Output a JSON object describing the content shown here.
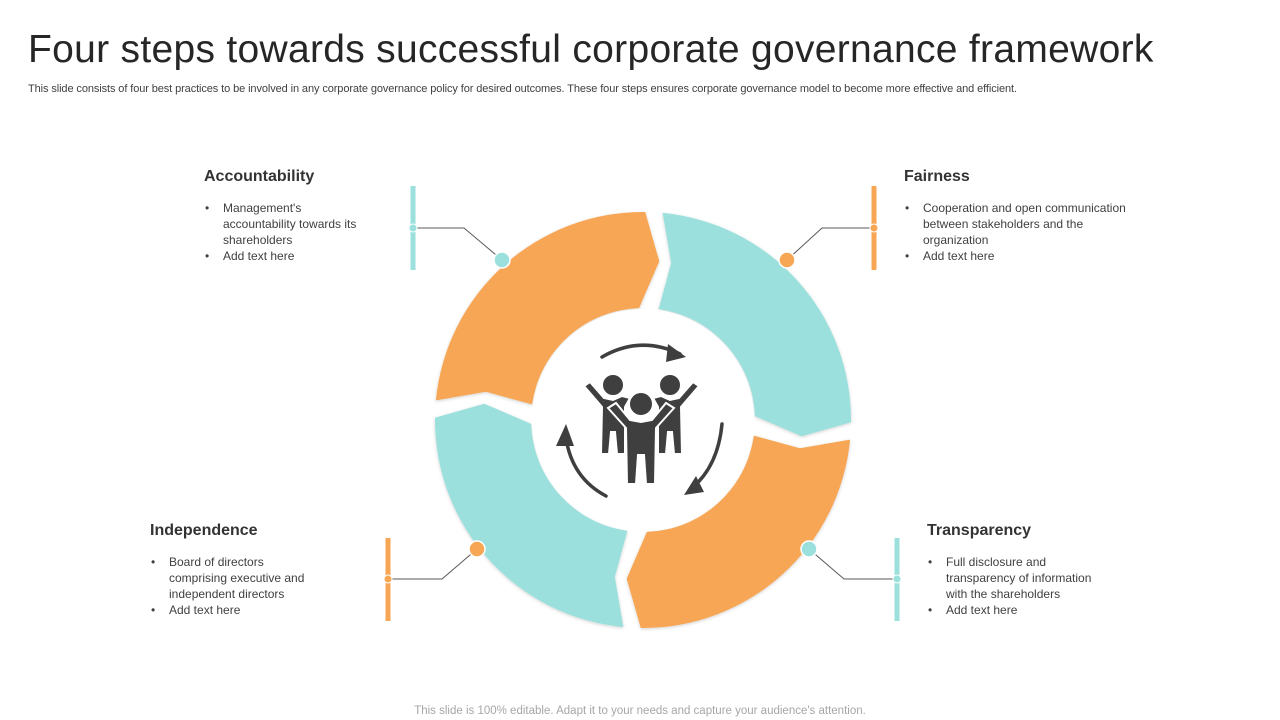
{
  "header": {
    "title": "Four steps towards successful corporate governance framework",
    "subtitle": "This slide consists of four best practices to be involved in any corporate governance policy for desired outcomes. These four steps ensures corporate governance model to become more effective and efficient."
  },
  "colors": {
    "teal": "#9be0dd",
    "orange": "#f7a654",
    "dark_icon": "#3f3f3f",
    "line": "#595959"
  },
  "center_icon": "people-group-with-cycle-arrows-icon",
  "steps": [
    {
      "title": "Accountability",
      "color": "teal",
      "bullets": [
        "Management's accountability towards its shareholders",
        "Add text here"
      ]
    },
    {
      "title": "Fairness",
      "color": "orange",
      "bullets": [
        "Cooperation and open communication between stakeholders and the organization",
        "Add text here"
      ]
    },
    {
      "title": "Independence",
      "color": "orange",
      "bullets": [
        "Board of directors comprising executive and independent directors",
        "Add text here"
      ]
    },
    {
      "title": "Transparency",
      "color": "teal",
      "bullets": [
        "Full disclosure and transparency of information with the shareholders",
        "Add text here"
      ]
    }
  ],
  "footer": "This slide is 100% editable. Adapt it to your needs and capture your audience's attention."
}
